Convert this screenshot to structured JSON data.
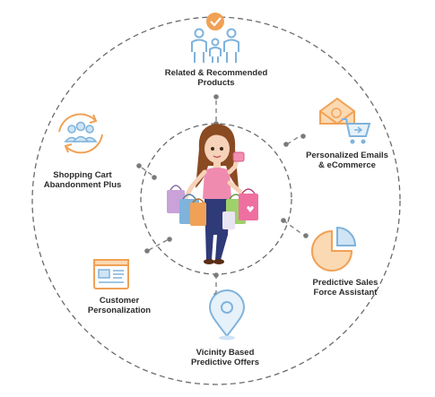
{
  "colors": {
    "ring": "#6a6a6a",
    "blue_icon": "#7fb3dc",
    "orange_icon": "#f0a155",
    "light_orange": "#fbd9b2",
    "dot": "#7a7a7a",
    "label": "#2b2b2b"
  },
  "center": {
    "icon": "woman-with-shopping-bags"
  },
  "nodes": [
    {
      "id": "related",
      "label": "Related & Recommended\nProducts",
      "icon": "family-check-icon"
    },
    {
      "id": "emails",
      "label": "Personalized Emails\n& eCommerce",
      "icon": "email-cart-icon"
    },
    {
      "id": "sales",
      "label": "Predictive Sales\nForce Assistant",
      "icon": "pie-chart-icon"
    },
    {
      "id": "vicinity",
      "label": "Vicinity Based\nPredictive Offers",
      "icon": "location-pin-icon"
    },
    {
      "id": "personalization",
      "label": "Customer\nPersonalization",
      "icon": "browser-window-icon"
    },
    {
      "id": "cart",
      "label": "Shopping Cart\nAbandonment Plus",
      "icon": "group-refresh-icon"
    }
  ]
}
